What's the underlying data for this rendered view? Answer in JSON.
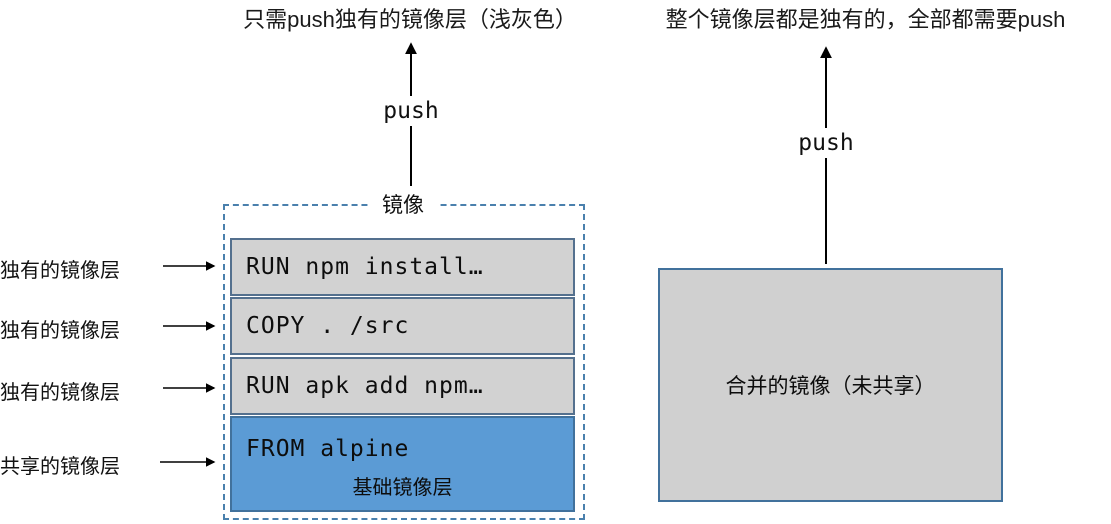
{
  "captions": {
    "left": "只需push独有的镜像层（浅灰色）",
    "right": "整个镜像层都是独有的，全部都需要push"
  },
  "push": {
    "left": "push",
    "right": "push"
  },
  "image_box": {
    "title": "镜像",
    "layers": [
      {
        "text": "RUN npm install…",
        "type": "unique"
      },
      {
        "text": "COPY . /src",
        "type": "unique"
      },
      {
        "text": "RUN apk add npm…",
        "type": "unique"
      },
      {
        "text": "FROM alpine",
        "sublabel": "基础镜像层",
        "type": "shared"
      }
    ]
  },
  "side_labels": [
    {
      "text": "独有的镜像层"
    },
    {
      "text": "独有的镜像层"
    },
    {
      "text": "独有的镜像层"
    },
    {
      "text": "共享的镜像层"
    }
  ],
  "merged_box": {
    "label": "合并的镜像（未共享）"
  },
  "colors": {
    "unique_layer_fill": "#d2d2d2",
    "unique_layer_border": "#54708e",
    "shared_layer_fill": "#5b9bd5",
    "shared_layer_border": "#41719c",
    "dashed_border": "#4a80ad",
    "merged_fill": "#d0d0d0",
    "merged_border": "#41719c",
    "arrow": "#000000"
  }
}
